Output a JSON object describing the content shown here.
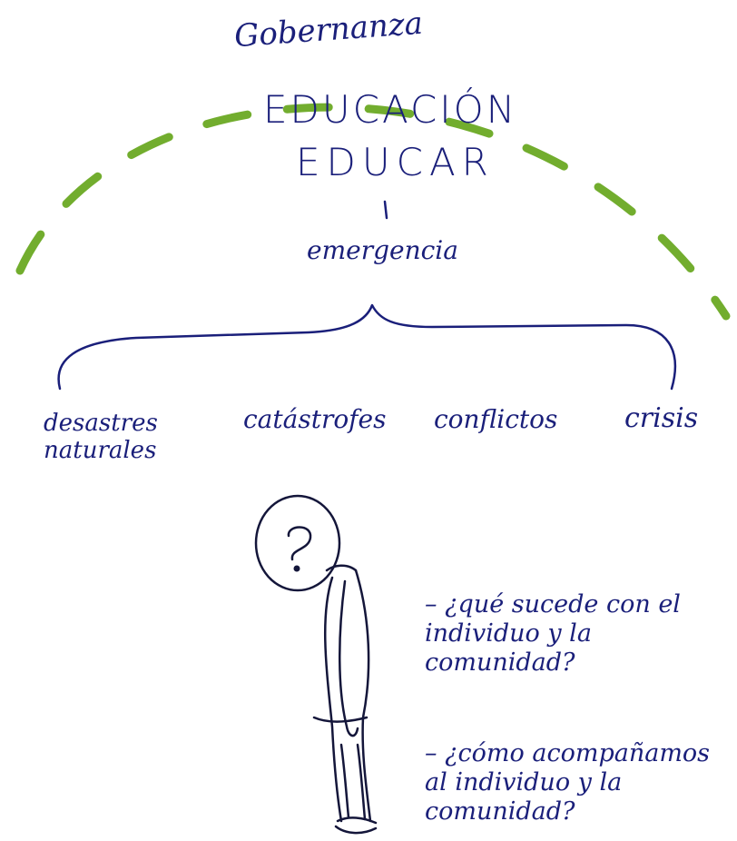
{
  "colors": {
    "ink": "#1a1f7a",
    "arc": "#72ad2e",
    "figure": "#14163a"
  },
  "header": {
    "arc_label": "Gobernanza",
    "title_line1": "EDUCACIÓN",
    "title_line2": "EDUCAR",
    "subtitle": "emergencia"
  },
  "categories": [
    {
      "label": "desastres naturales"
    },
    {
      "label": "catástrofes"
    },
    {
      "label": "conflictos"
    },
    {
      "label": "crisis"
    }
  ],
  "questions": [
    {
      "text": "– ¿qué sucede con el individuo y la comunidad?"
    },
    {
      "text": "– ¿cómo acompañamos al individuo y la comunidad?"
    }
  ],
  "icons": {
    "figure": "person-icon",
    "question_mark": "question-mark-icon"
  }
}
